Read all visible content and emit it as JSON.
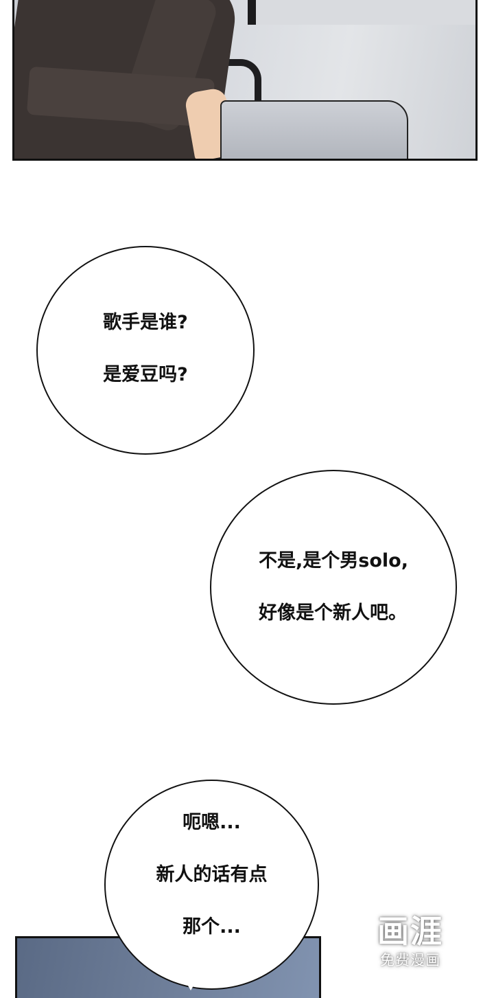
{
  "panels": {
    "top": {
      "description": "person in dark suit sitting at desk with hand on white cloth",
      "colors": {
        "suit": "#3b3432",
        "background": "#d8dbe0",
        "border": "#111111"
      }
    },
    "bottom": {
      "description": "blue-grey panel partially visible",
      "color": "#6e7e99"
    }
  },
  "bubbles": [
    {
      "id": "bubble1",
      "lines": [
        "歌手是谁?",
        "是爱豆吗?"
      ]
    },
    {
      "id": "bubble2",
      "lines": [
        " 不是,是个男solo,",
        "好像是个新人吧。"
      ]
    },
    {
      "id": "bubble3",
      "lines": [
        "呃嗯...",
        "新人的话有点",
        "那个..."
      ]
    }
  ],
  "watermark": {
    "logo": "画涯",
    "subtitle": "免费漫画"
  }
}
